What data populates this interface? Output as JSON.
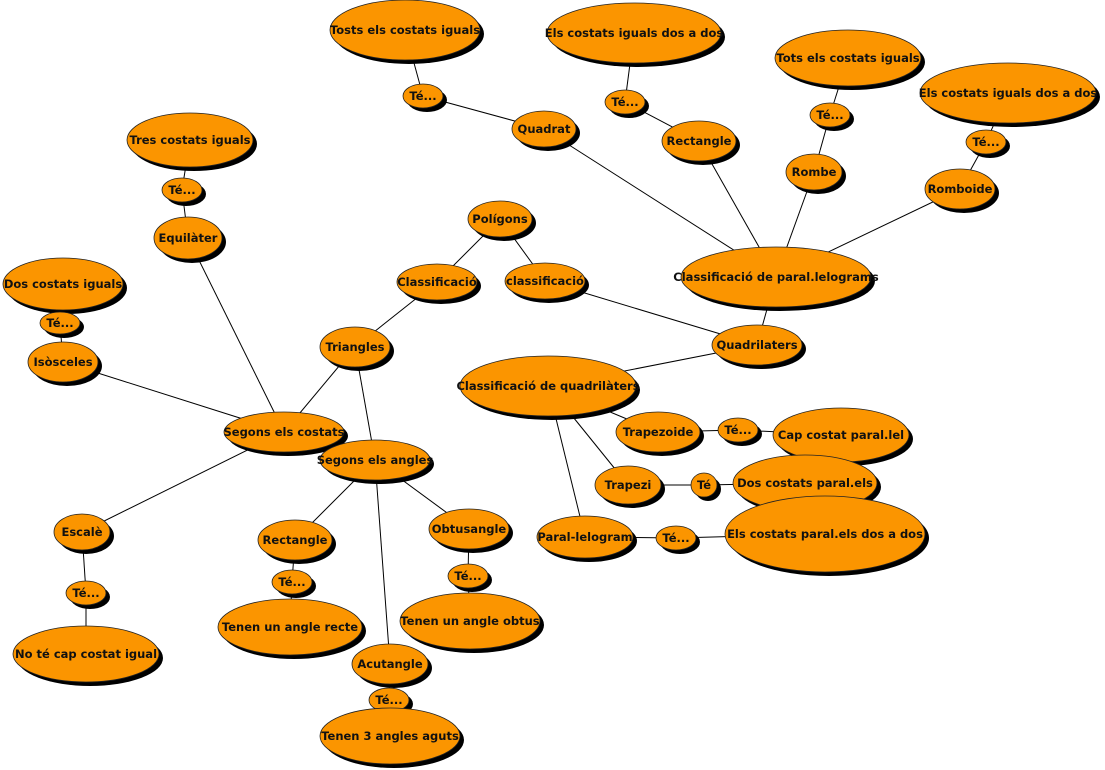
{
  "colors": {
    "node_fill": "#fb9500",
    "shadow": "#000000",
    "line": "#000000"
  },
  "nodes": [
    "Tosts els costats iguals",
    "Té...",
    "Quadrat",
    "Els costats iguals dos a dos",
    "Té...",
    "Rectangle",
    "Tots els costats iguals",
    "Té...",
    "Rombe",
    "Els costats iguals dos a dos",
    "Té...",
    "Romboide",
    "Classificació de paral.lelograms",
    "Polígons",
    "Classificació",
    "classificació",
    "Quadrilaters",
    "Classificació de quadrilàters",
    "Trapezoide",
    "Té...",
    "Cap costat paral.lel",
    "Trapezi",
    "Té",
    "Dos costats paral.els",
    "Paral-lelogram",
    "Té...",
    "Els costats paral.els dos a dos",
    "Triangles",
    "Tres costats iguals",
    "Té...",
    "Equilàter",
    "Dos costats iguals",
    "Té...",
    "Isòsceles",
    "Segons els costats",
    "Segons els angles",
    "Escalè",
    "Té...",
    "No té cap costat igual",
    "Rectangle",
    "Té...",
    "Tenen un angle recte",
    "Obtusangle",
    "Té...",
    "Tenen un angle obtus",
    "Acutangle",
    "Té...",
    "Tenen 3 angles aguts"
  ]
}
